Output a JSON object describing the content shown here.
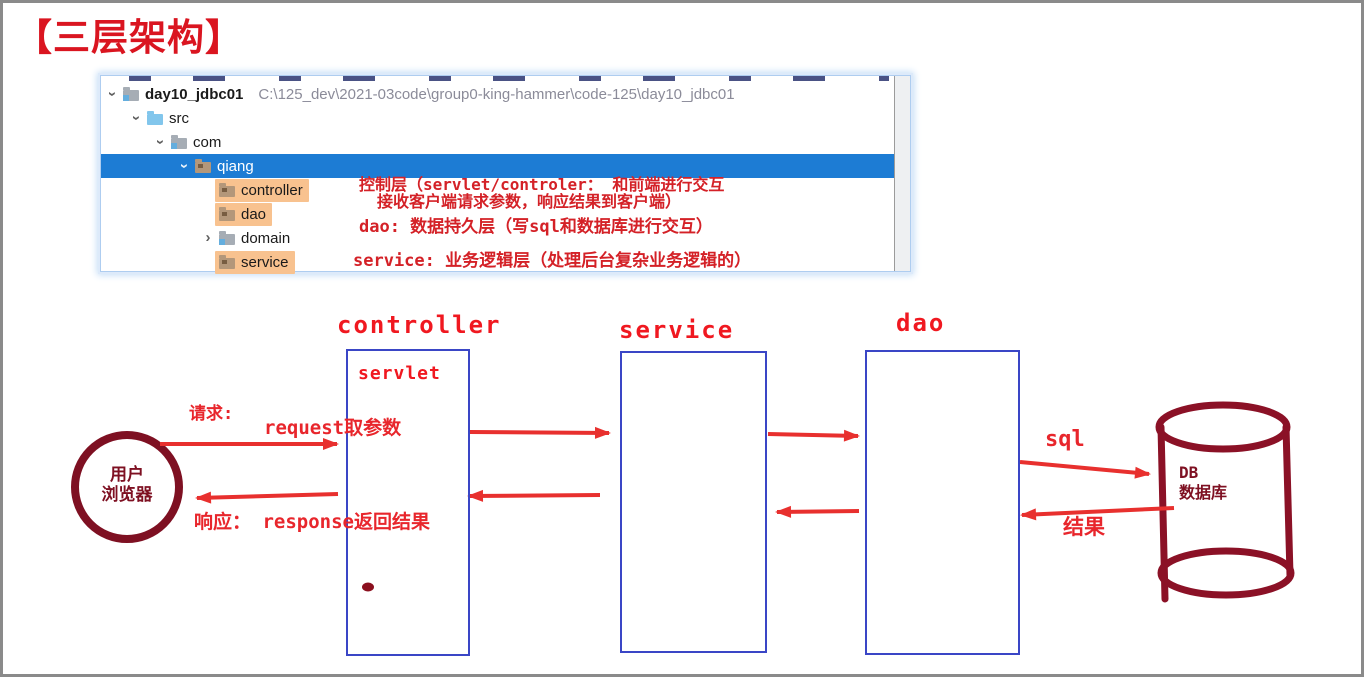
{
  "title": "【三层架构】",
  "project_tree": {
    "root_name": "day10_jdbc01",
    "root_path": "C:\\125_dev\\2021-03code\\group0-king-hammer\\code-125\\day10_jdbc01",
    "items": [
      {
        "label": "day10_jdbc01",
        "path": "C:\\125_dev\\2021-03code\\group0-king-hammer\\code-125\\day10_jdbc01",
        "level": 0,
        "chevron": "down",
        "icon": "project-folder-icon",
        "bold": true
      },
      {
        "label": "src",
        "level": 1,
        "chevron": "down",
        "icon": "source-folder-icon"
      },
      {
        "label": "com",
        "level": 2,
        "chevron": "down",
        "icon": "package-folder-icon"
      },
      {
        "label": "qiang",
        "level": 3,
        "chevron": "down",
        "icon": "package-folder-tan-icon",
        "selected": true
      },
      {
        "label": "controller",
        "level": 4,
        "chevron": "none",
        "icon": "package-folder-tan-icon",
        "highlight": true
      },
      {
        "label": "dao",
        "level": 4,
        "chevron": "none",
        "icon": "package-folder-tan-icon",
        "highlight": true
      },
      {
        "label": "domain",
        "level": 4,
        "chevron": "right",
        "icon": "package-folder-icon"
      },
      {
        "label": "service",
        "level": 4,
        "chevron": "none",
        "icon": "package-folder-tan-icon",
        "highlight": true
      }
    ]
  },
  "annotations": {
    "controller_line1": "控制层（servlet/controler： 和前端进行交互",
    "controller_line2": "接收客户端请求参数，响应结果到客户端）",
    "dao_line": "dao: 数据持久层（写sql和数据库进行交互）",
    "service_line": "service: 业务逻辑层（处理后台复杂业务逻辑的）"
  },
  "diagram": {
    "controller_label": "controller",
    "controller_inner_label": "servlet",
    "service_label": "service",
    "dao_label": "dao",
    "client": {
      "line1": "用户",
      "line2": "浏览器"
    },
    "database": {
      "line1": "DB",
      "line2": "数据库"
    },
    "arrow_labels": {
      "request_prefix": "请求:",
      "request": "request取参数",
      "response": "响应： response返回结果",
      "sql": "sql",
      "result": "结果"
    }
  },
  "colors": {
    "title_red": "#da1520",
    "annotation_red": "#d42127",
    "diagram_red": "#f01820",
    "arrow_red": "#e8302e",
    "maroon": "#8b1126",
    "box_blue": "#3a46c6",
    "selection_blue": "#1d7cd4",
    "highlight_orange": "#f8c28f"
  }
}
